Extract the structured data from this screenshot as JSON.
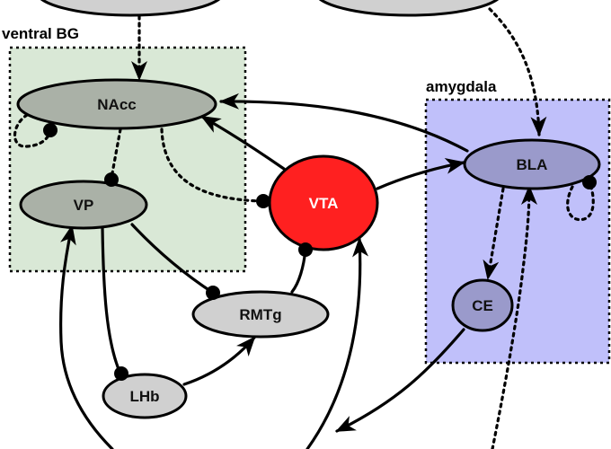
{
  "regions": {
    "ventral_bg": {
      "label": "ventral BG",
      "color": "#d9e8d6"
    },
    "amygdala": {
      "label": "amygdala",
      "color": "#c0c0fa"
    }
  },
  "nodes": {
    "nacc": {
      "label": "NAcc",
      "color": "#aab1a7"
    },
    "vp": {
      "label": "VP",
      "color": "#aab1a7"
    },
    "vta": {
      "label": "VTA",
      "color": "#ff2020",
      "text_color": "#ffffff"
    },
    "rmtg": {
      "label": "RMTg",
      "color": "#d0d0d0"
    },
    "lhb": {
      "label": "LHb",
      "color": "#d0d0d0"
    },
    "bla": {
      "label": "BLA",
      "color": "#9a9acb"
    },
    "ce": {
      "label": "CE",
      "color": "#9a9acb"
    },
    "top_left": {
      "label": "",
      "color": "#d0d0d0"
    },
    "top_right": {
      "label": "",
      "color": "#d0d0d0"
    }
  }
}
